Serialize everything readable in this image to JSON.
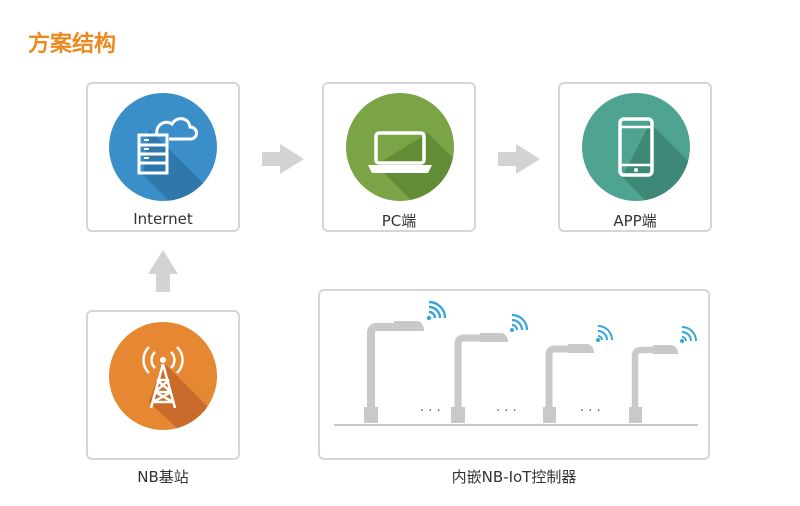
{
  "title": "方案结构",
  "nodes": {
    "internet": {
      "label": "Internet",
      "icon": "server-cloud-icon",
      "color": "#3b8fc8"
    },
    "pc": {
      "label": "PC端",
      "icon": "laptop-icon",
      "color": "#7ba446"
    },
    "app": {
      "label": "APP端",
      "icon": "smartphone-icon",
      "color": "#4fa391"
    },
    "nb": {
      "label": "NB基站",
      "icon": "signal-tower-icon",
      "color": "#e68832"
    }
  },
  "controllers": {
    "label": "内嵌NB-IoT控制器",
    "ellipsis": "· · ·",
    "icon": "street-lamp-icon"
  },
  "colors": {
    "accent": "#ec8a1f",
    "arrow": "#d3d3d3",
    "border": "#d6d6d6",
    "wifi": "#36a6d8",
    "lamp": "#c9c9c9"
  }
}
